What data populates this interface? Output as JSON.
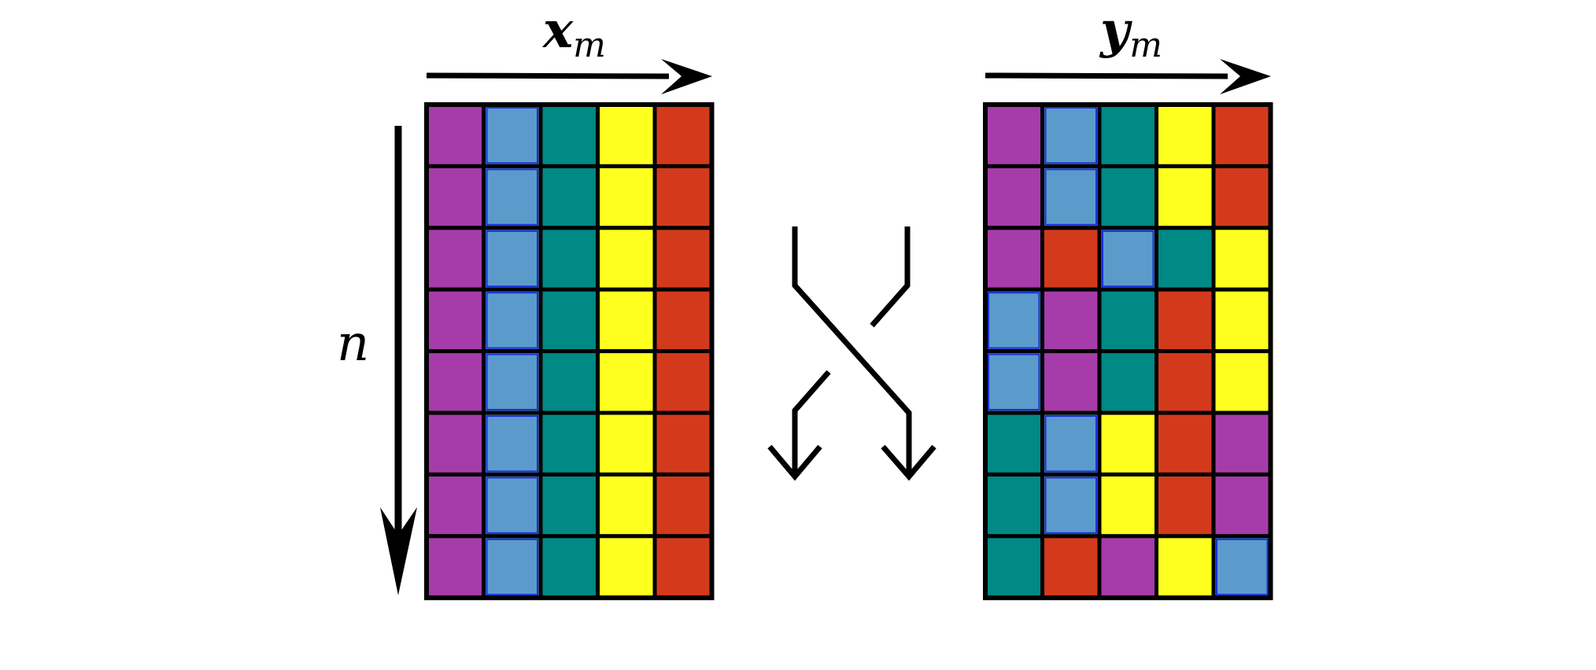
{
  "labels": {
    "left_top_main": "x",
    "left_top_sub": "m",
    "right_top_main": "y",
    "right_top_sub": "m",
    "left_axis": "n"
  },
  "colors": {
    "purple": "#a63ca9",
    "blue": "#5a9bcb",
    "teal": "#008985",
    "yellow": "#ffff1f",
    "red": "#d33a1c"
  },
  "grids": {
    "left": [
      [
        "purple",
        "blue",
        "teal",
        "yellow",
        "red"
      ],
      [
        "purple",
        "blue",
        "teal",
        "yellow",
        "red"
      ],
      [
        "purple",
        "blue",
        "teal",
        "yellow",
        "red"
      ],
      [
        "purple",
        "blue",
        "teal",
        "yellow",
        "red"
      ],
      [
        "purple",
        "blue",
        "teal",
        "yellow",
        "red"
      ],
      [
        "purple",
        "blue",
        "teal",
        "yellow",
        "red"
      ],
      [
        "purple",
        "blue",
        "teal",
        "yellow",
        "red"
      ],
      [
        "purple",
        "blue",
        "teal",
        "yellow",
        "red"
      ]
    ],
    "right": [
      [
        "purple",
        "blue",
        "teal",
        "yellow",
        "red"
      ],
      [
        "purple",
        "blue",
        "teal",
        "yellow",
        "red"
      ],
      [
        "purple",
        "red",
        "blue",
        "teal",
        "yellow"
      ],
      [
        "blue",
        "purple",
        "teal",
        "red",
        "yellow"
      ],
      [
        "blue",
        "purple",
        "teal",
        "red",
        "yellow"
      ],
      [
        "teal",
        "blue",
        "yellow",
        "red",
        "purple"
      ],
      [
        "teal",
        "blue",
        "yellow",
        "red",
        "purple"
      ],
      [
        "teal",
        "red",
        "purple",
        "yellow",
        "blue"
      ]
    ]
  },
  "swap_icon": "crossing-arrows-icon"
}
